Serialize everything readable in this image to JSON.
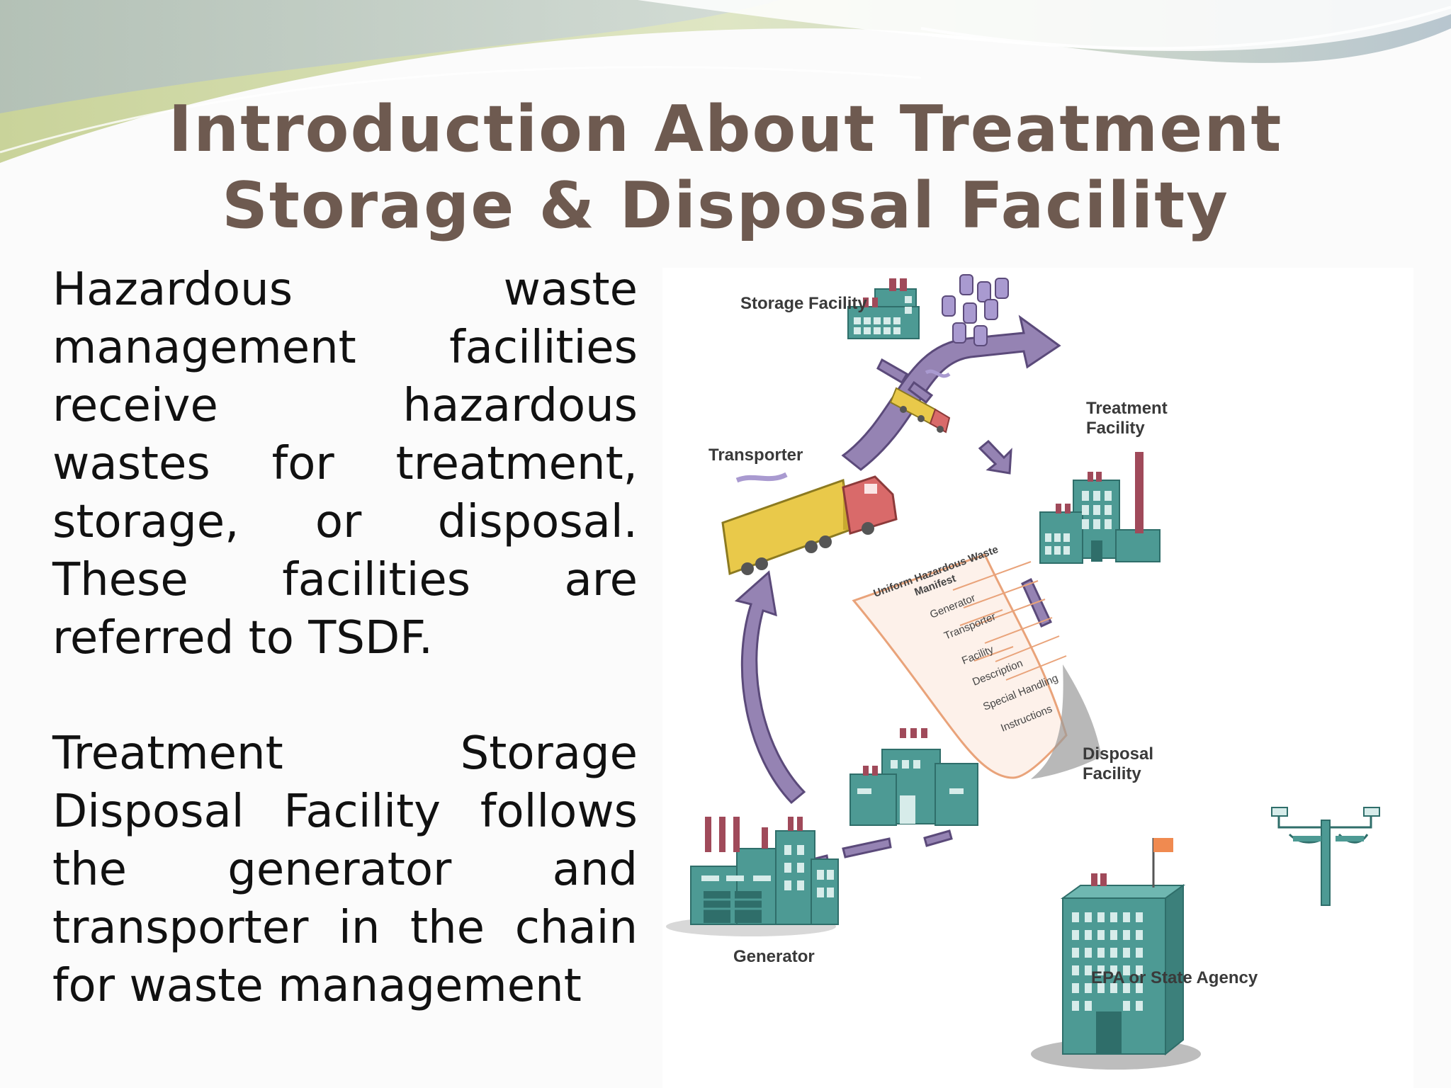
{
  "slide": {
    "title_line1": "Introduction About Treatment",
    "title_line2": "Storage & Disposal Facility",
    "paragraph1": "Hazardous waste management facilities receive hazardous wastes for treatment, storage, or disposal. These facilities are referred to TSDF.",
    "paragraph2": "Treatment Storage Disposal Facility follows the generator and transporter in the chain for waste management"
  },
  "diagram": {
    "labels": {
      "storage": "Storage Facility",
      "transporter": "Transporter",
      "treatment_1": "Treatment",
      "treatment_2": "Facility",
      "disposal_1": "Disposal",
      "disposal_2": "Facility",
      "generator": "Generator",
      "epa": "EPA or State Agency"
    },
    "manifest": {
      "title_1": "Uniform Hazardous Waste",
      "title_2": "Manifest",
      "fields": [
        "Generator",
        "Transporter",
        "Facility",
        "Description",
        "Special Handling",
        "Instructions"
      ]
    },
    "colors": {
      "building": "#4d9a94",
      "building_dark": "#2f6e6a",
      "arrow": "#9583b3",
      "truck_box": "#e9c94a",
      "truck_cab": "#d96a6a",
      "chimney": "#a04a5a",
      "drum": "#a99ad0",
      "flag": "#f08a50"
    }
  }
}
